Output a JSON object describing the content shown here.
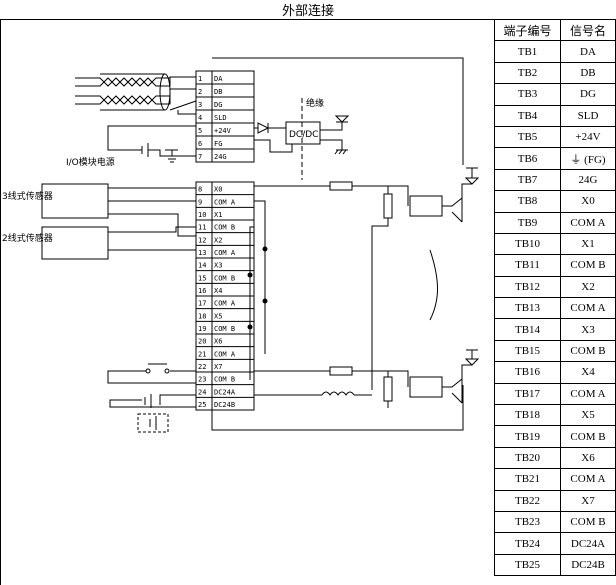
{
  "title": "外部连接",
  "table": {
    "headers": [
      "端子编号",
      "信号名"
    ],
    "rows": [
      [
        "TB1",
        "DA"
      ],
      [
        "TB2",
        "DB"
      ],
      [
        "TB3",
        "DG"
      ],
      [
        "TB4",
        "SLD"
      ],
      [
        "TB5",
        "+24V"
      ],
      [
        "TB6",
        "⏚ (FG)"
      ],
      [
        "TB7",
        "24G"
      ],
      [
        "TB8",
        "X0"
      ],
      [
        "TB9",
        "COM A"
      ],
      [
        "TB10",
        "X1"
      ],
      [
        "TB11",
        "COM B"
      ],
      [
        "TB12",
        "X2"
      ],
      [
        "TB13",
        "COM A"
      ],
      [
        "TB14",
        "X3"
      ],
      [
        "TB15",
        "COM B"
      ],
      [
        "TB16",
        "X4"
      ],
      [
        "TB17",
        "COM A"
      ],
      [
        "TB18",
        "X5"
      ],
      [
        "TB19",
        "COM B"
      ],
      [
        "TB20",
        "X6"
      ],
      [
        "TB21",
        "COM A"
      ],
      [
        "TB22",
        "X7"
      ],
      [
        "TB23",
        "COM B"
      ],
      [
        "TB24",
        "DC24A"
      ],
      [
        "TB25",
        "DC24B"
      ]
    ]
  },
  "diagram": {
    "insulation_label": "绝缘",
    "dcdc_label": "DC/DC",
    "io_power_label": "I/O模块电源",
    "sensor3_label": "3线式传感器",
    "sensor2_label": "2线式传感器",
    "terminals": [
      {
        "num": "1",
        "sig": "DA"
      },
      {
        "num": "2",
        "sig": "DB"
      },
      {
        "num": "3",
        "sig": "DG"
      },
      {
        "num": "4",
        "sig": "SLD"
      },
      {
        "num": "5",
        "sig": "+24V"
      },
      {
        "num": "6",
        "sig": "FG"
      },
      {
        "num": "7",
        "sig": "24G"
      },
      {
        "num": "8",
        "sig": "X0"
      },
      {
        "num": "9",
        "sig": "COM A"
      },
      {
        "num": "10",
        "sig": "X1"
      },
      {
        "num": "11",
        "sig": "COM B"
      },
      {
        "num": "12",
        "sig": "X2"
      },
      {
        "num": "13",
        "sig": "COM A"
      },
      {
        "num": "14",
        "sig": "X3"
      },
      {
        "num": "15",
        "sig": "COM B"
      },
      {
        "num": "16",
        "sig": "X4"
      },
      {
        "num": "17",
        "sig": "COM A"
      },
      {
        "num": "18",
        "sig": "X5"
      },
      {
        "num": "19",
        "sig": "COM B"
      },
      {
        "num": "20",
        "sig": "X6"
      },
      {
        "num": "21",
        "sig": "COM A"
      },
      {
        "num": "22",
        "sig": "X7"
      },
      {
        "num": "23",
        "sig": "COM B"
      },
      {
        "num": "24",
        "sig": "DC24A"
      },
      {
        "num": "25",
        "sig": "DC24B"
      }
    ]
  }
}
